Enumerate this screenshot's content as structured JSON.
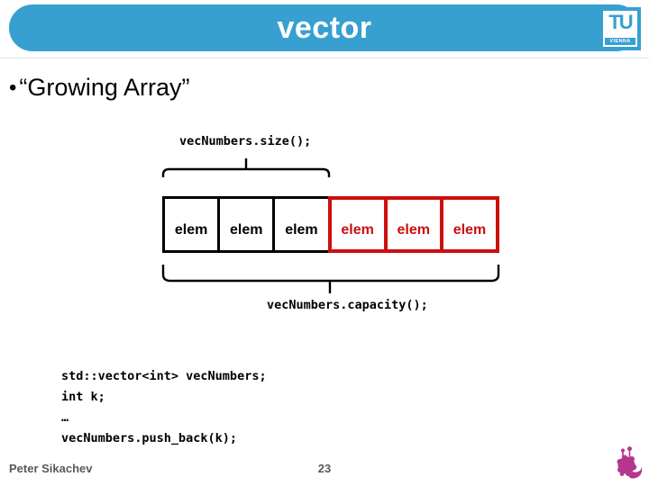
{
  "header": {
    "title": "vector",
    "bar_color": "#37a0d1"
  },
  "logo": {
    "tu": "TU",
    "vienna": "VIENNA"
  },
  "content": {
    "bullet_marker": "•",
    "bullet_text": "“Growing Array”"
  },
  "diagram": {
    "size_call": "vecNumbers.size();",
    "capacity_call": "vecNumbers.capacity();",
    "used_border_color": "#000000",
    "reserved_border_color": "#cc0e0e",
    "cells": [
      {
        "label": "elem",
        "state": "used"
      },
      {
        "label": "elem",
        "state": "used"
      },
      {
        "label": "elem",
        "state": "used"
      },
      {
        "label": "elem",
        "state": "reserved"
      },
      {
        "label": "elem",
        "state": "reserved"
      },
      {
        "label": "elem",
        "state": "reserved"
      }
    ]
  },
  "code": {
    "lines": [
      "std::vector<int> vecNumbers;",
      "int k;",
      "…",
      "vecNumbers.push_back(k);"
    ]
  },
  "footer": {
    "author": "Peter Sikachev",
    "page_number": "23",
    "splat_color": "#b5368f"
  }
}
